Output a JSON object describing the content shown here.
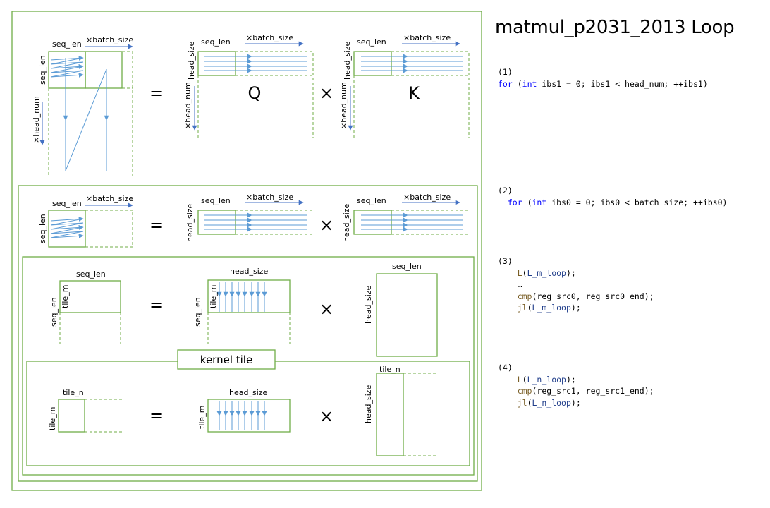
{
  "title": "matmul_p2031_2013 Loop",
  "labels": {
    "seq_len": "seq_len",
    "x_batch_size": "×batch_size",
    "x_head_num": "×head_num",
    "head_size": "head_size",
    "tile_m": "tile_m",
    "tile_n": "tile_n",
    "equals": "=",
    "times": "×",
    "q": "Q",
    "k": "K",
    "kernel_tile": "kernel tile"
  },
  "code": {
    "step1": {
      "num": "(1)",
      "for_kw": "for",
      "int_kw": "int",
      "rest": " ibs1 = 0; ibs1 < head_num; ++ibs1)"
    },
    "step2": {
      "num": "(2)",
      "for_kw": "for",
      "int_kw": "int",
      "rest": " ibs0 = 0; ibs0 < batch_size; ++ibs0)"
    },
    "step3": {
      "num": "(3)",
      "l_fn": "L",
      "l_arg": "L_m_loop",
      "ellipsis": "…",
      "cmp_fn": "cmp",
      "cmp_args": "(reg_src0, reg_src0_end);",
      "jl_fn": "jl",
      "jl_arg": "L_m_loop"
    },
    "step4": {
      "num": "(4)",
      "l_fn": "L",
      "l_arg": "L_n_loop",
      "cmp_fn": "cmp",
      "cmp_args": "(reg_src1, reg_src1_end);",
      "jl_fn": "jl",
      "jl_arg": "L_n_loop"
    }
  },
  "colors": {
    "frame": "#70ad47",
    "arrow": "#5b9bd5",
    "arrow_dark": "#4472c4",
    "keyword": "#0000ff",
    "function": "#795e26",
    "identifier": "#1f3d8a"
  }
}
